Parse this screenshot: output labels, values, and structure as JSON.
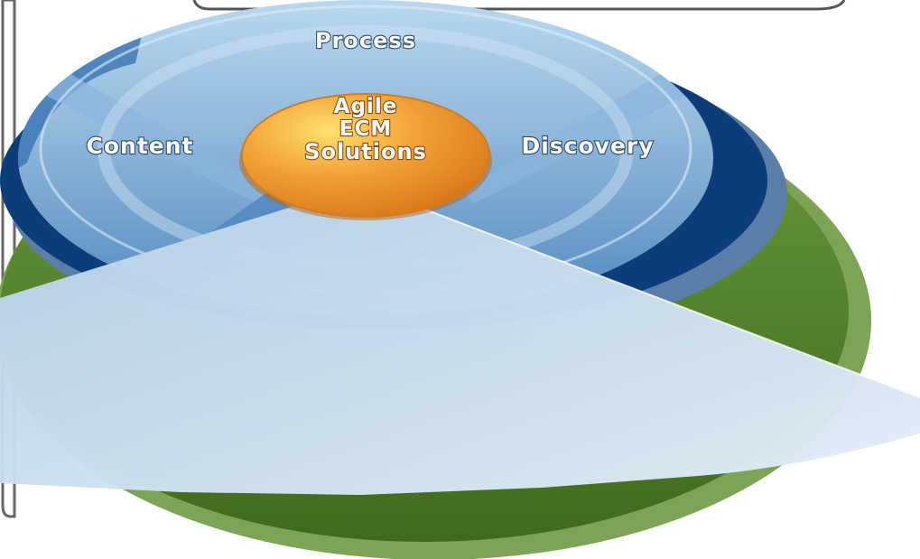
{
  "diagram": {
    "hub": {
      "lines": [
        "Agile",
        "ECM",
        "Solutions"
      ]
    },
    "segments": {
      "top": "Process",
      "left": "Content",
      "right": "Discovery"
    },
    "colors": {
      "ring_light": "#a9cbe6",
      "ring_dark": "#2f6aa6",
      "ring_navy": "#0c3d7a",
      "base_green": "#4a7a24",
      "base_green_light": "#7fa85a",
      "hub_orange": "#e98b1e",
      "hub_yellow": "#ffd050",
      "wedge": "#d0e2f0",
      "frame_border": "#555555"
    }
  }
}
